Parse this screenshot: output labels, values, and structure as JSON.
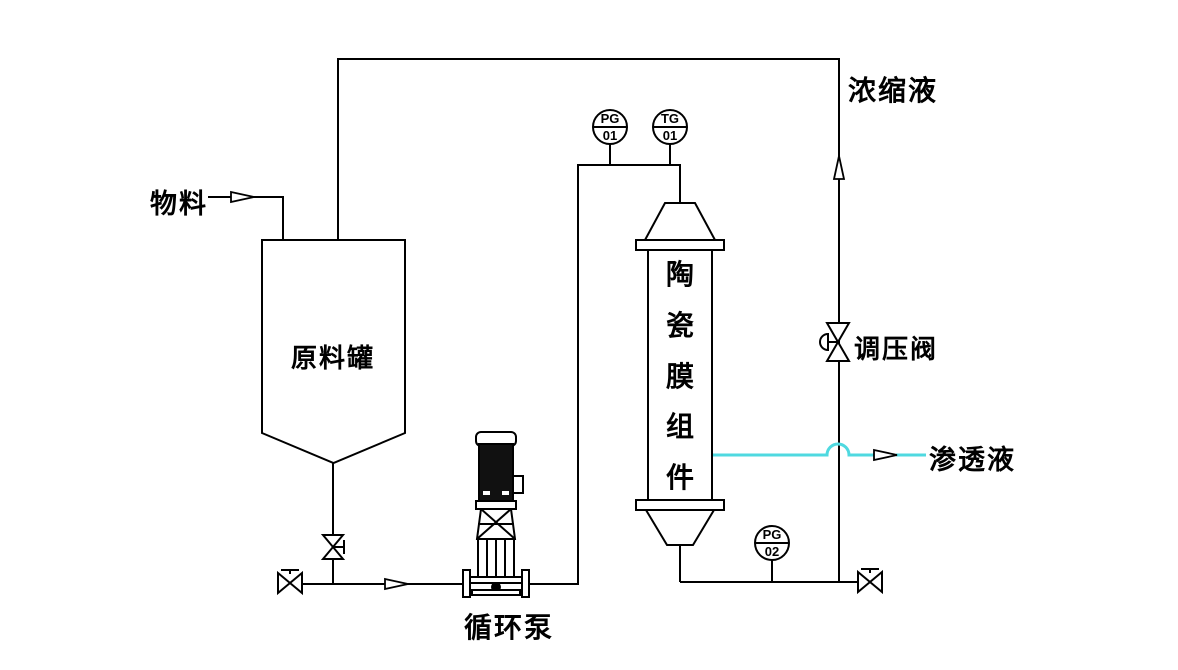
{
  "diagram": {
    "type": "process-flow-diagram",
    "colors": {
      "line": "#000000",
      "permeate_line": "#4fd9e0",
      "background": "#ffffff"
    },
    "labels": {
      "feed": "物料",
      "feed_tank": "原料罐",
      "circulation_pump": "循环泵",
      "membrane_module": "陶瓷膜组件",
      "membrane_chars": [
        "陶",
        "瓷",
        "膜",
        "组",
        "件"
      ],
      "concentrate": "浓缩液",
      "pressure_regulating_valve": "调压阀",
      "permeate": "渗透液"
    },
    "instruments": [
      {
        "id": "PG-01",
        "line1": "PG",
        "line2": "01"
      },
      {
        "id": "TG-01",
        "line1": "TG",
        "line2": "01"
      },
      {
        "id": "PG-02",
        "line1": "PG",
        "line2": "02"
      }
    ]
  }
}
